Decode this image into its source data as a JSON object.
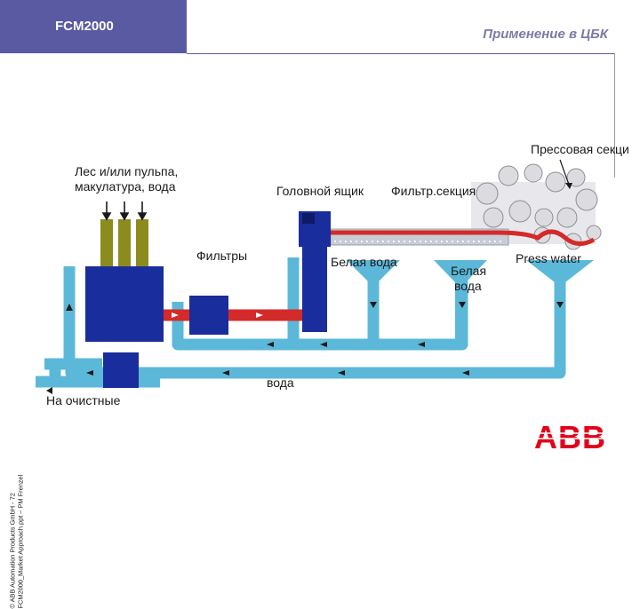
{
  "header": {
    "title": "FCM2000",
    "subtitle": "Применение в ЦБК"
  },
  "labels": {
    "raw_material_line1": "Лес и/или пульпа,",
    "raw_material_line2": "макулатура, вода",
    "headbox": "Головной ящик",
    "filter_section": "Фильтр.секция",
    "press_section": "Прессовая секци",
    "filters": "Фильтры",
    "white_water_1": "Белая вода",
    "white_water_2_line1": "Белая",
    "white_water_2_line2": "вода",
    "press_water": "Press water",
    "water": "вода",
    "to_treatment": "На очистные"
  },
  "footer": {
    "copyright_line1": "© ABB Automation Products GmbH - 72",
    "copyright_line2": "FCM2000_Market Approach.ppt – PM Frenzel"
  },
  "logo": {
    "text": "ABB"
  },
  "colors": {
    "header_bg": "#5a5aa3",
    "tank_blue": "#1a2d9c",
    "pipe_light_blue": "#5cb8d8",
    "pipe_red": "#d42a2a",
    "feed_olive": "#8c8c1e",
    "abb_red": "#e2001a"
  }
}
